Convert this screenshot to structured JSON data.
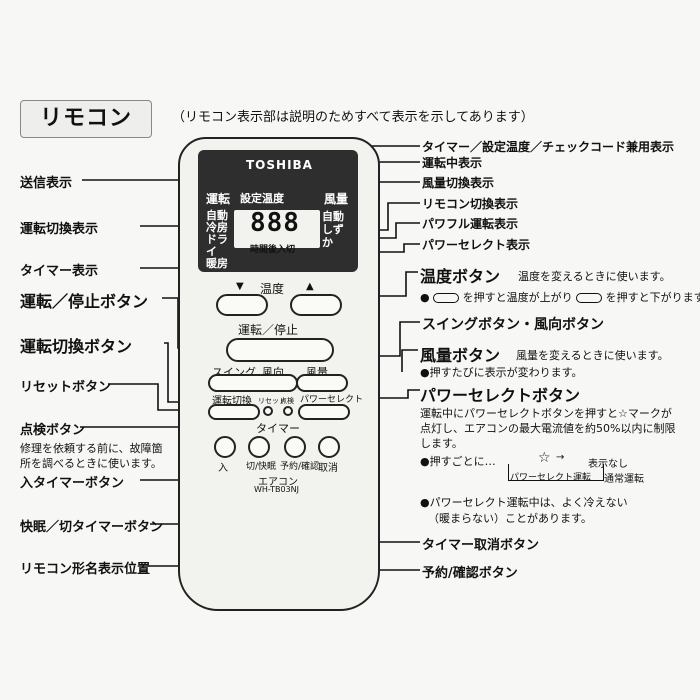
{
  "title": "リモコン",
  "subtitle": "（リモコン表示部は説明のためすべて表示を示してあります）",
  "remote": {
    "brand": "TOSHIBA",
    "lcd_mode_label": "運転",
    "lcd_temp_label": "設定温度",
    "lcd_fan_label": "風量",
    "lcd_left_modes": [
      "自動",
      "冷房",
      "ドライ",
      "暖房"
    ],
    "lcd_right_modes": [
      "自動",
      "しずか"
    ],
    "lcd_digits": "888",
    "lcd_timer_text": "時間後入切",
    "temp_label": "温度",
    "temp_down": "▼",
    "temp_up": "▲",
    "run_stop": "運転／停止",
    "swing": "スイング",
    "direction": "風向",
    "fan": "風量",
    "mode": "運転切換",
    "reset": "リセット",
    "check": "点検",
    "power_select": "パワーセレクト",
    "timer": "タイマー",
    "timer_on": "入",
    "timer_sleep": "切/快眠",
    "timer_reserve": "予約/確認",
    "timer_cancel": "取消",
    "model_name": "エアコン",
    "model_code": "WH-TB03NJ"
  },
  "labels_left": {
    "send": "送信表示",
    "mode_display": "運転切換表示",
    "timer_display": "タイマー表示",
    "run_stop_button": "運転／停止ボタン",
    "mode_button": "運転切換ボタン",
    "reset_button": "リセットボタン",
    "check_button": "点検ボタン",
    "check_desc1": "修理を依頼する前に、故障箇",
    "check_desc2": "所を調べるときに使います。",
    "timer_on_button": "入タイマーボタン",
    "sleep_button": "快眠／切タイマーボタン",
    "model_position": "リモコン形名表示位置"
  },
  "labels_right": {
    "timer_temp_check": "タイマー／設定温度／チェックコード兼用表示",
    "running": "運転中表示",
    "fan_switch": "風量切換表示",
    "remote_switch": "リモコン切換表示",
    "powerful": "パワフル運転表示",
    "power_select_display": "パワーセレクト表示",
    "temp_button": "温度ボタン",
    "temp_desc": "温度を変えるときに使います。",
    "temp_desc2a": "を押すと温度が上がり",
    "temp_desc2b": "を押すと下がります。",
    "swing_button": "スイングボタン・風向ボタン",
    "fan_button": "風量ボタン",
    "fan_desc": "風量を変えるときに使います。",
    "fan_desc2": "押すたびに表示が変わります。",
    "power_select_button": "パワーセレクトボタン",
    "ps_desc1": "運転中にパワーセレクトボタンを押すと",
    "ps_desc1b": "マークが",
    "ps_desc2": "点灯し、エアコンの最大電流値を約50%以内に制限",
    "ps_desc3": "します。",
    "ps_each": "●押すごとに…",
    "ps_cycle_a": "パワーセレクト運転",
    "ps_cycle_b": "表示なし",
    "ps_cycle_c": "通常運転",
    "ps_note1": "●パワーセレクト運転中は、よく冷えない",
    "ps_note2": "（暖まらない）ことがあります。",
    "cancel_button": "タイマー取消ボタン",
    "reserve_button": "予約/確認ボタン"
  }
}
